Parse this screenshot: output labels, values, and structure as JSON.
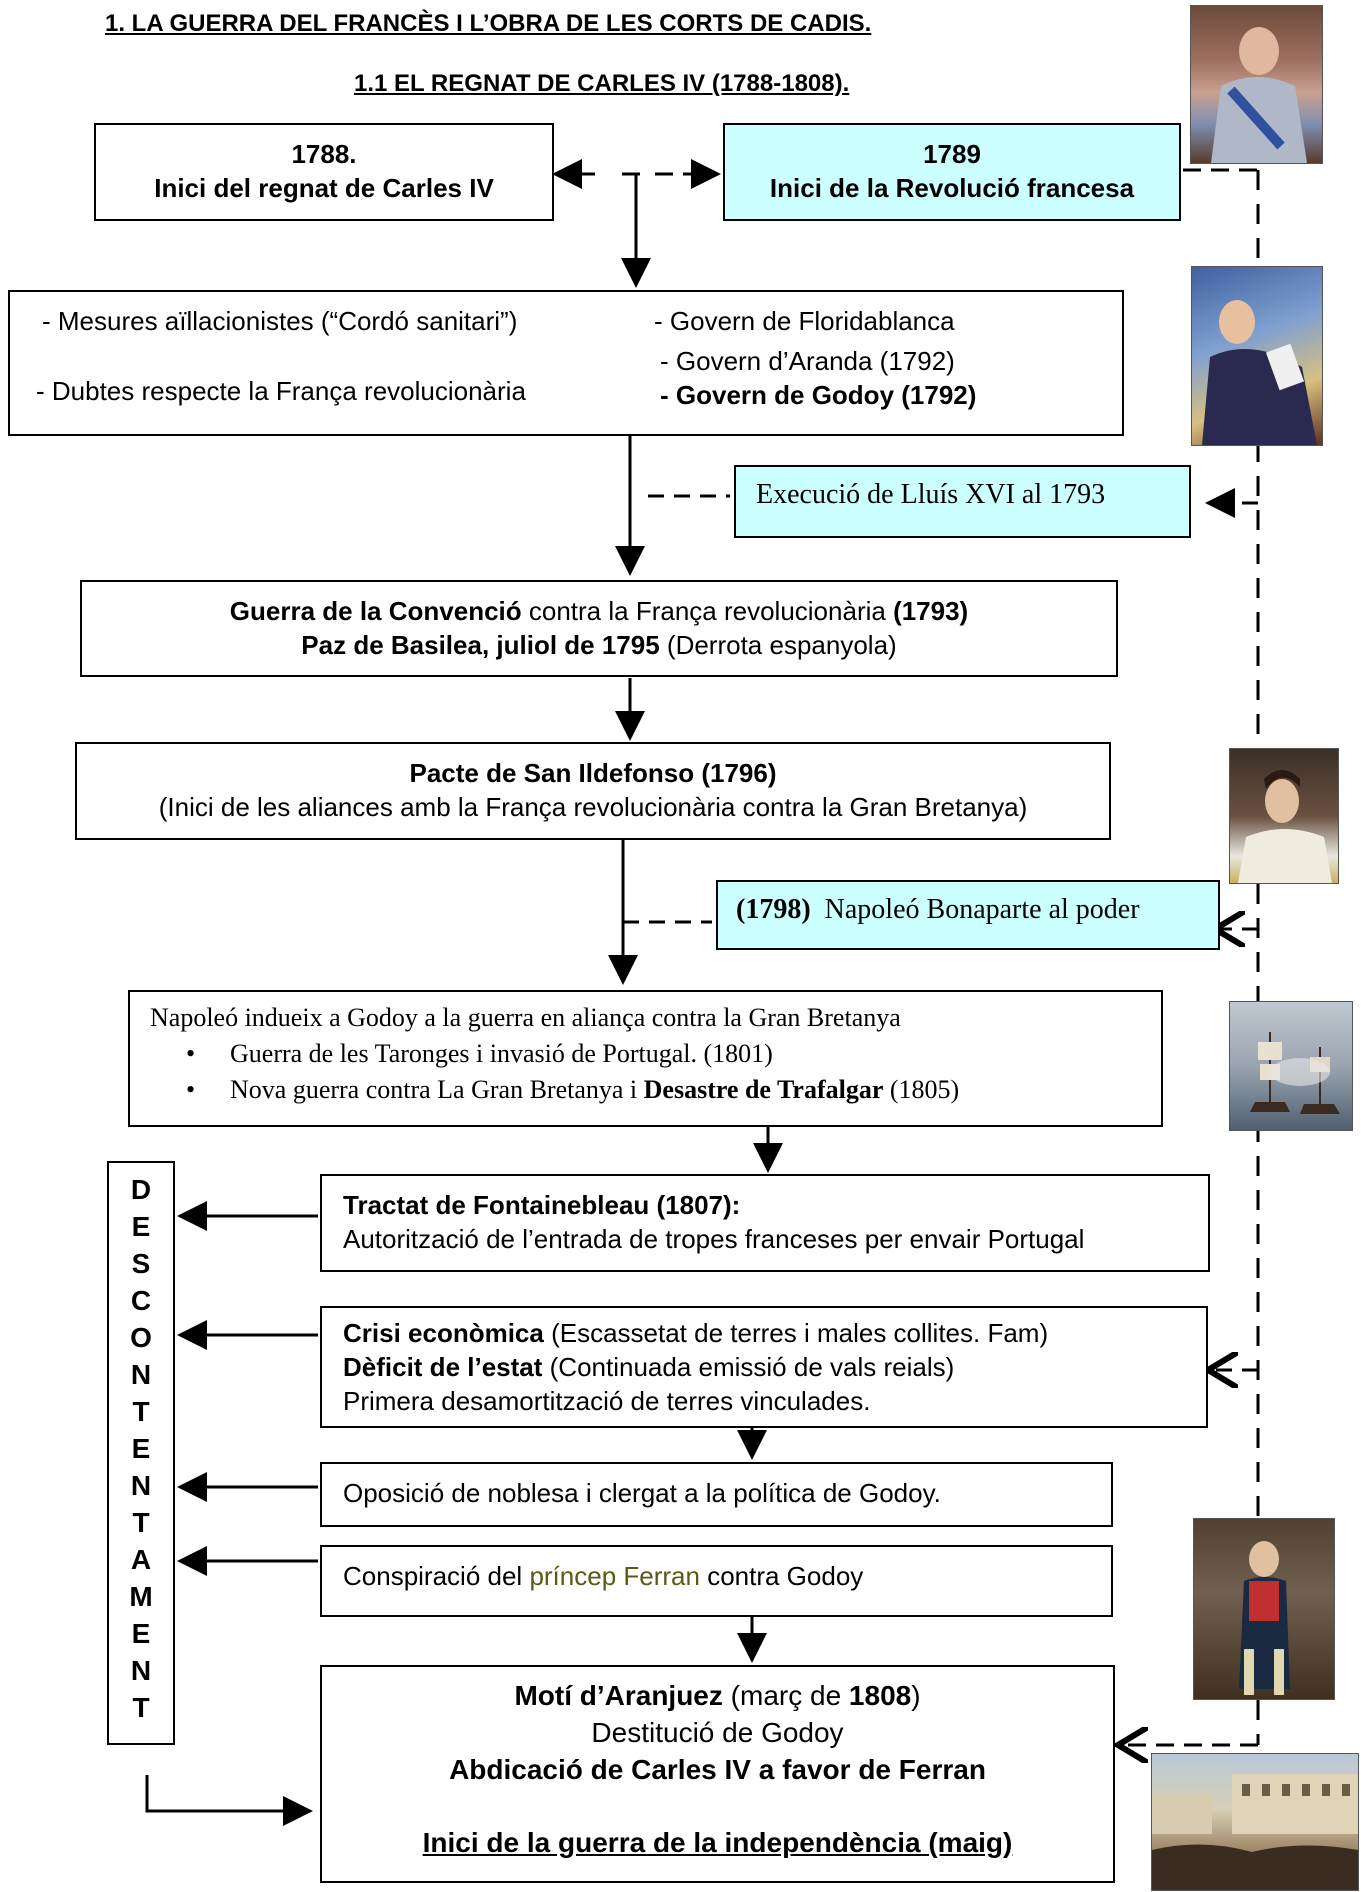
{
  "title": {
    "main": "1. LA GUERRA DEL FRANCÈS I L’OBRA DE LES CORTS DE CADIS.",
    "sub": "1.1 EL REGNAT DE CARLES IV (1788-1808)."
  },
  "boxes": {
    "b1788": {
      "year": "1788.",
      "text": "Inici del regnat de Carles IV"
    },
    "b1789": {
      "year": "1789",
      "text": "Inici de la Revolució francesa"
    },
    "measures": {
      "left1": "- Mesures aïllacionistes   (“Cordó sanitari”)",
      "left2": "- Dubtes  respecte la França revolucionària",
      "right1": "- Govern de Floridablanca",
      "right2": "- Govern d’Aranda (1792)",
      "right3": "- Govern de Godoy (1792)"
    },
    "execution": "Execució de Lluís XVI al 1793",
    "convention": {
      "l1a": "Guerra de la Convenció",
      "l1b": " contra la França revolucionària ",
      "l1c": "(1793)",
      "l2a": "Paz de Basilea, juliol de 1795",
      "l2b": " (Derrota espanyola)"
    },
    "sanildefonso": {
      "l1": "Pacte de San Ildefonso  (1796)",
      "l2": "(Inici de les aliances amb la França revolucionària contra la  Gran Bretanya)"
    },
    "napoleon": {
      "year": "(1798)",
      "text": "  Napoleó Bonaparte al poder"
    },
    "godoywar": {
      "l1": "Napoleó indueix a Godoy a la guerra en aliança contra la Gran Bretanya",
      "b1": "Guerra de les Taronges i invasió de Portugal. (1801)",
      "b2a": "Nova guerra contra La Gran Bretanya i ",
      "b2b": "Desastre de Trafalgar",
      "b2c": " (1805)"
    },
    "fontainebleau": {
      "l1": "Tractat de Fontainebleau (1807):",
      "l2": "Autorització  de l’entrada de tropes franceses per envair Portugal"
    },
    "crisis": {
      "l1a": "Crisi econòmica",
      "l1b": " (Escassetat de terres i males collites. Fam)",
      "l2a": "Dèficit de l’estat",
      "l2b": " (Continuada emissió de vals reials)",
      "l3": "Primera desamortització de terres vinculades."
    },
    "opposition": "Oposició de noblesa i clergat  a  la política de Godoy.",
    "conspiracy": {
      "a": "Conspiració del ",
      "b": "príncep Ferran",
      "c": " contra Godoy"
    },
    "aranjuez": {
      "l1a": "Motí d’Aranjuez",
      "l1b": " (març de ",
      "l1c": "1808",
      "l1d": ")",
      "l2": "Destitució de Godoy",
      "l3": "Abdicació de Carles IV a favor de Ferran",
      "l4": "Inici de la guerra de la independència (maig)"
    }
  },
  "descontentament": [
    "D",
    "E",
    "S",
    "C",
    "O",
    "N",
    "T",
    "E",
    "N",
    "T",
    "A",
    "M",
    "E",
    "N",
    "T"
  ],
  "colors": {
    "highlight": "#ccffff",
    "accent_text": "#5a5a14"
  }
}
